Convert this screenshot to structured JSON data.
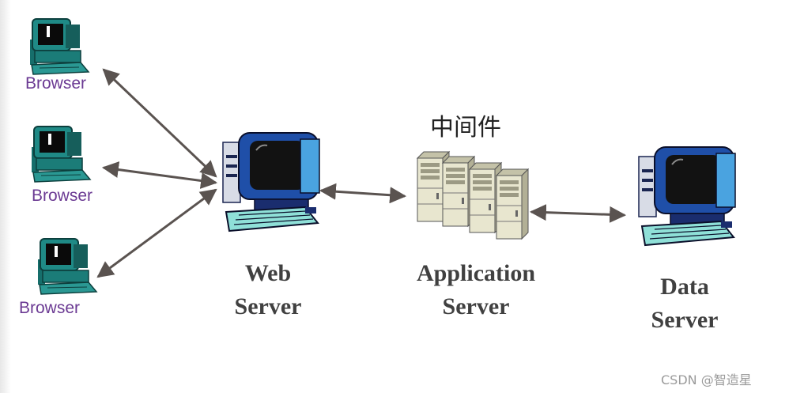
{
  "browsers": [
    {
      "label": "Browser"
    },
    {
      "label": "Browser"
    },
    {
      "label": "Browser"
    }
  ],
  "web_server": {
    "line1": "Web",
    "line2": "Server"
  },
  "middleware": {
    "label": "中间件"
  },
  "application_server": {
    "line1": "Application",
    "line2": "Server"
  },
  "data_server": {
    "line1": "Data",
    "line2": "Server"
  },
  "watermark": "CSDN @智造星",
  "colors": {
    "browser_label": "#6b3a93",
    "server_label": "#404040",
    "arrow": "#5a5350",
    "monitor_blue": "#1f4fa8",
    "computer_teal": "#1f8a86",
    "cabinet": "#e8e6cf"
  }
}
